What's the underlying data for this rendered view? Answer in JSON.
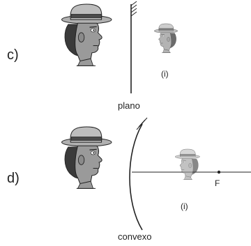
{
  "panel_c": {
    "letter": "c)",
    "mirror_label": "plano",
    "image_label": "(i)"
  },
  "panel_d": {
    "letter": "d)",
    "mirror_label": "convexo",
    "image_label": "(i)",
    "focus_label": "F"
  },
  "colors": {
    "ink": "#222222",
    "skin": "#9a9a9a",
    "hat": "#b5b5b5",
    "hatband": "#444444",
    "hair": "#3a3a3a",
    "ghost": "#bdbdbd"
  }
}
